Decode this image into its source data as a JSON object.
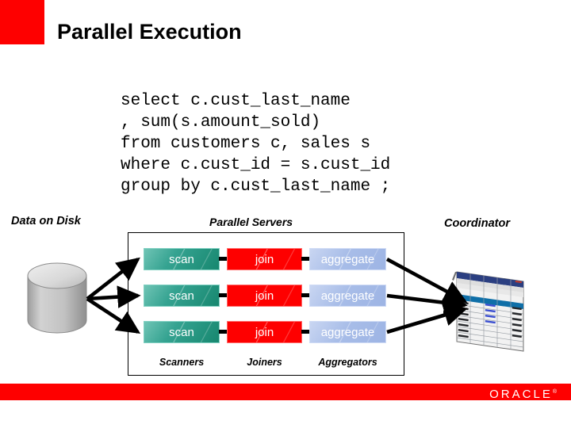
{
  "slide": {
    "title": "Parallel Execution",
    "accent_color": "#fe0000",
    "sql_code": "select c.cust_last_name\n, sum(s.amount_sold)\nfrom customers c, sales s\nwhere c.cust_id = s.cust_id\ngroup by c.cust_last_name ;"
  },
  "diagram": {
    "captions": {
      "data_on_disk": "Data on Disk",
      "parallel_servers": "Parallel Servers",
      "coordinator": "Coordinator"
    },
    "column_labels": [
      "Scanners",
      "Joiners",
      "Aggregators"
    ],
    "stage_colors": {
      "scan": "#2e9e8e",
      "join": "#fe0000",
      "aggregate": "#a8bde8",
      "disk": "#bfbfbf",
      "arrow": "#000000"
    },
    "rows": [
      {
        "scan": "scan",
        "join": "join",
        "aggregate": "aggregate"
      },
      {
        "scan": "scan",
        "join": "join",
        "aggregate": "aggregate"
      },
      {
        "scan": "scan",
        "join": "join",
        "aggregate": "aggregate"
      }
    ]
  },
  "footer": {
    "brand": "ORACLE",
    "brand_mark": "®",
    "band_color": "#fe0000"
  }
}
